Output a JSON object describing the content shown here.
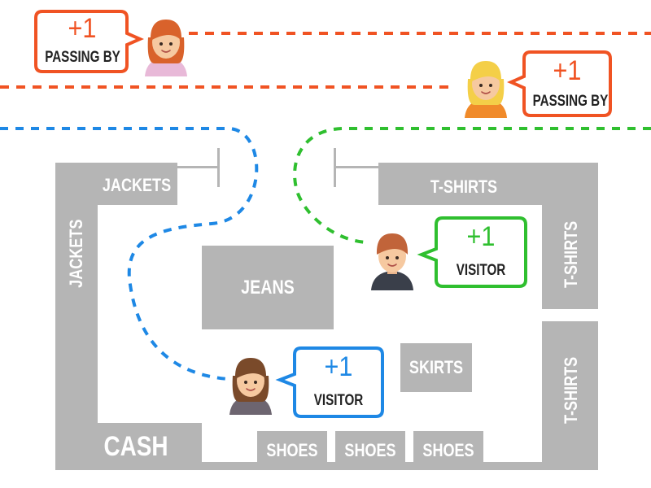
{
  "colors": {
    "passing": "#f05323",
    "visitor_blue": "#1e88e5",
    "visitor_green": "#2fbf2f",
    "fixture": "#b5b5b5",
    "fixture_text": "#ffffff",
    "caption": "#222222"
  },
  "store": {
    "jackets_top": "JACKETS",
    "jackets_side": "JACKETS",
    "tshirts_top": "T-SHIRTS",
    "tshirts_side_upper": "T-SHIRTS",
    "tshirts_side_lower": "T-SHIRTS",
    "jeans": "JEANS",
    "skirts": "SKIRTS",
    "cash": "CASH",
    "shoes": [
      "SHOES",
      "SHOES",
      "SHOES"
    ]
  },
  "bubbles": {
    "passing_left": {
      "count": "+1",
      "caption": "PASSING BY"
    },
    "passing_right": {
      "count": "+1",
      "caption": "PASSING BY"
    },
    "visitor_green": {
      "count": "+1",
      "caption": "VISITOR"
    },
    "visitor_blue": {
      "count": "+1",
      "caption": "VISITOR"
    }
  },
  "people": [
    {
      "name": "redhead-woman",
      "hair": "#d9622b",
      "shirt": "#e8b9d8"
    },
    {
      "name": "blonde-woman",
      "hair": "#f4cf48",
      "shirt": "#f08a2a"
    },
    {
      "name": "man",
      "hair": "#c1643a",
      "shirt": "#3a3f4a"
    },
    {
      "name": "brunette-woman",
      "hair": "#7a4a2a",
      "shirt": "#6d6570"
    }
  ]
}
